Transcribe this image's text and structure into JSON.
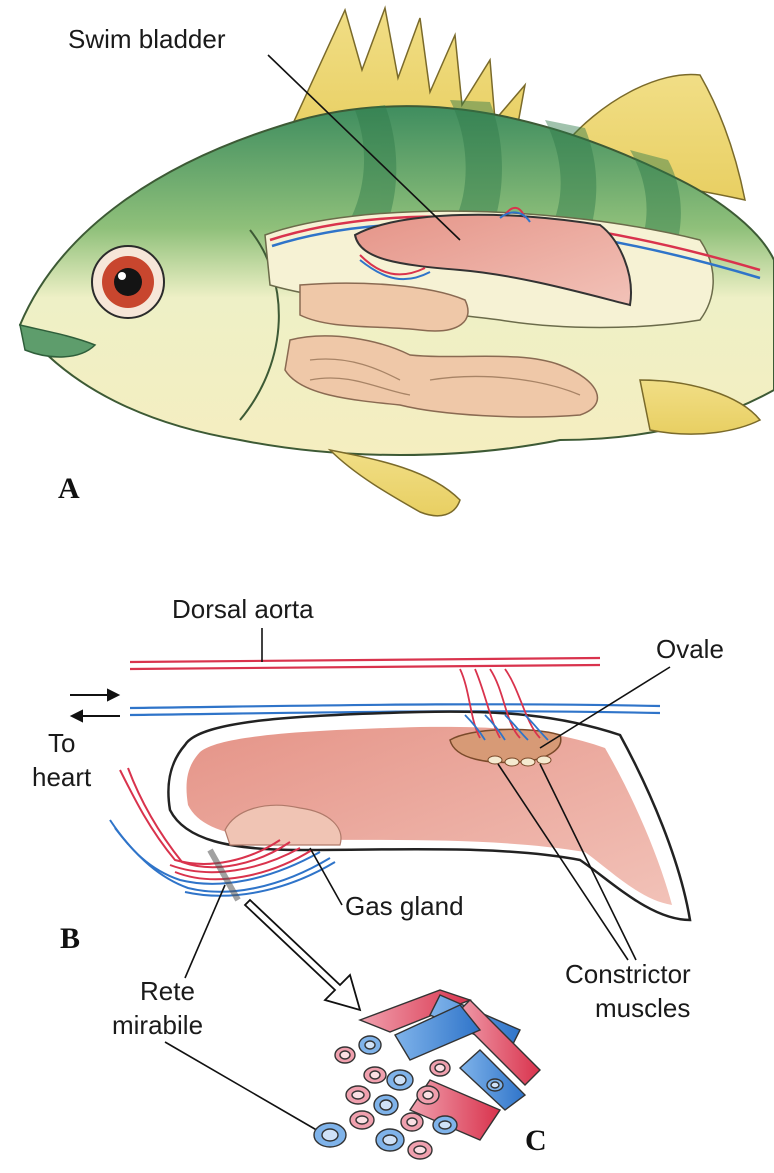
{
  "panels": {
    "a": "A",
    "b": "B",
    "c": "C"
  },
  "labels": {
    "swim_bladder": "Swim bladder",
    "dorsal_aorta": "Dorsal aorta",
    "ovale": "Ovale",
    "to": "To",
    "heart": "heart",
    "gas_gland": "Gas gland",
    "rete": "Rete",
    "mirabile": "mirabile",
    "constrictor": "Constrictor",
    "muscles": "muscles"
  },
  "colors": {
    "artery": "#d9334d",
    "vein": "#2f74c9",
    "bladder": "#e9a49a",
    "fish_green": "#4f9a6a",
    "fish_belly": "#f4efc2",
    "fin": "#efd978",
    "gut": "#efc8a8"
  }
}
